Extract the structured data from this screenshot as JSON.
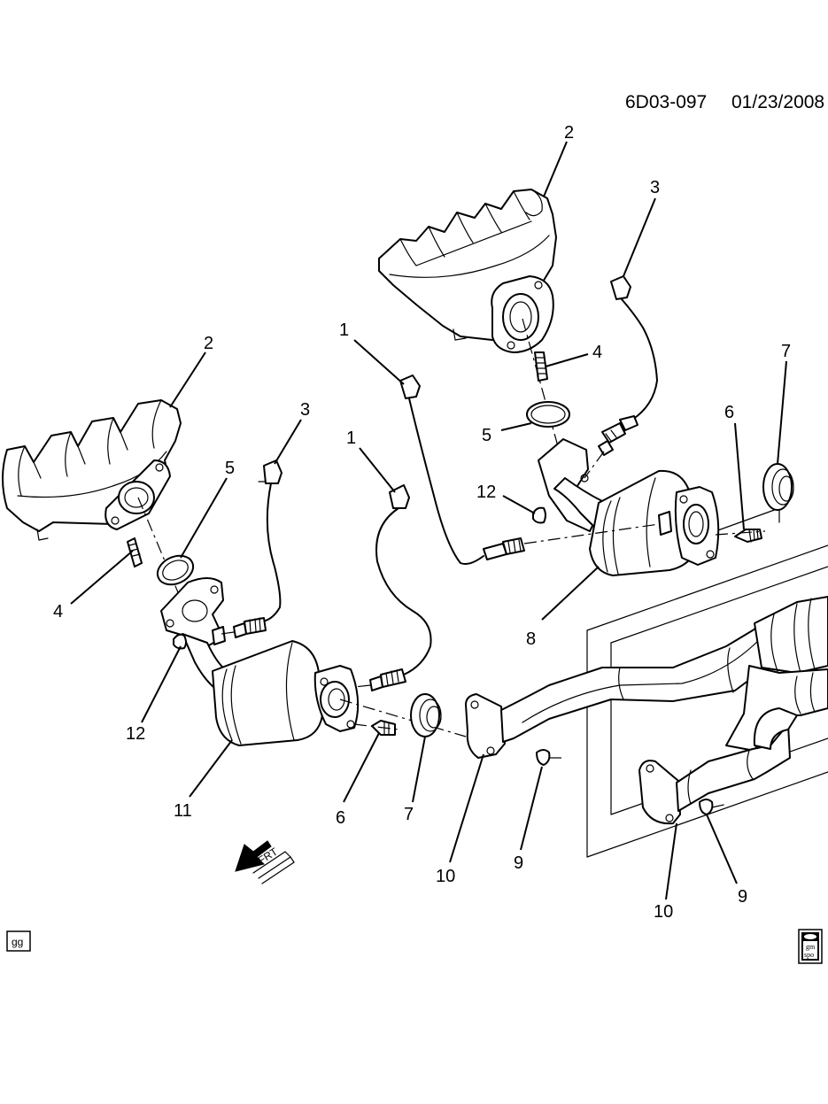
{
  "diagram_code": "6D03-097",
  "diagram_date": "01/23/2008",
  "badge_text": "gg",
  "front_arrow_text": "FRT",
  "logo_text": "gm spo",
  "callouts": [
    "1",
    "1",
    "2",
    "2",
    "3",
    "3",
    "4",
    "4",
    "5",
    "5",
    "6",
    "6",
    "7",
    "7",
    "8",
    "9",
    "9",
    "10",
    "10",
    "11",
    "12",
    "12"
  ]
}
